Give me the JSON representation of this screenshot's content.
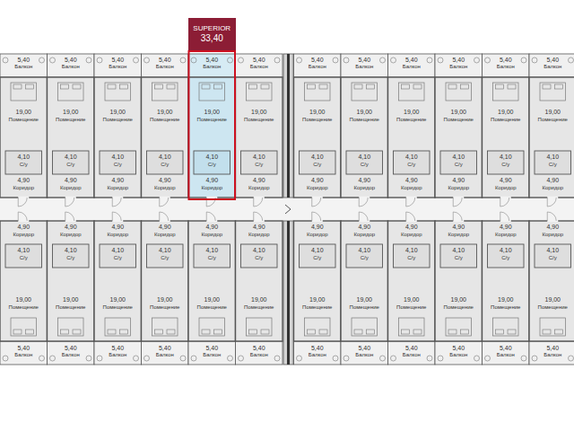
{
  "diagram": {
    "nodes": [
      {
        "text": [
          "SUPERIOR",
          "33,40"
        ]
      }
    ],
    "labels": [
      "5,40",
      "Балкон",
      "19,00",
      "Помещение",
      "4,10",
      "С/у",
      "4,90",
      "Коридор",
      "5,40",
      "Балкон",
      "19,00",
      "Помещение",
      "4,10",
      "С/у",
      "4,90",
      "Коридор",
      "5,40",
      "Балкон",
      "19,00",
      "Помещение",
      "4,10",
      "С/у",
      "4,90",
      "Коридор",
      "5,40",
      "Балкон",
      "19,00",
      "Помещение",
      "4,10",
      "С/у",
      "4,90",
      "Коридор",
      "5,40",
      "Балкон",
      "19,00",
      "Помещение",
      "4,10",
      "С/у",
      "4,90",
      "Коридор",
      "5,40",
      "Балкон",
      "19,00",
      "Помещение",
      "4,10",
      "С/у",
      "4,90",
      "Коридор",
      "5,40",
      "Балкон",
      "19,00",
      "Помещение",
      "4,10",
      "С/у",
      "4,90",
      "Коридор",
      "5,40",
      "Балкон",
      "19,00",
      "Помещение",
      "4,10",
      "С/у",
      "4,90",
      "Коридор",
      "5,40",
      "Балкон",
      "19,00",
      "Помещение",
      "4,10",
      "С/у",
      "4,90",
      "Коридор",
      "5,40",
      "Балкон",
      "19,00",
      "Помещение",
      "4,10",
      "С/у",
      "4,90",
      "Коридор",
      "5,40",
      "Балкон",
      "19,00",
      "Помещение",
      "4,10",
      "С/у",
      "4,90",
      "Коридор",
      "5,40",
      "Балкон",
      "19,00",
      "Помещение",
      "4,10",
      "С/у",
      "4,90",
      "Коридор",
      "4,90",
      "Коридор",
      "4,10",
      "С/у",
      "19,00",
      "Помещение",
      "5,40",
      "Балкон",
      "4,90",
      "Коридор",
      "4,10",
      "С/у",
      "19,00",
      "Помещение",
      "5,40",
      "Балкон",
      "4,90",
      "Коридор",
      "4,10",
      "С/у",
      "19,00",
      "Помещение",
      "5,40",
      "Балкон",
      "4,90",
      "Коридор",
      "4,10",
      "С/у",
      "19,00",
      "Помещение",
      "5,40",
      "Балкон",
      "4,90",
      "Коридор",
      "4,10",
      "С/у",
      "19,00",
      "Помещение",
      "5,40",
      "Балкон",
      "4,90",
      "Коридор",
      "4,10",
      "С/у",
      "19,00",
      "Помещение",
      "5,40",
      "Балкон",
      "4,90",
      "Коридор",
      "4,10",
      "С/у",
      "19,00",
      "Помещение",
      "5,40",
      "Балкон",
      "4,90",
      "Коридор",
      "4,10",
      "С/у",
      "19,00",
      "Помещение",
      "5,40",
      "Балкон",
      "4,90",
      "Коридор",
      "4,10",
      "С/у",
      "19,00",
      "Помещение",
      "5,40",
      "Балкон",
      "4,90",
      "Коридор",
      "4,10",
      "С/у",
      "19,00",
      "Помещение",
      "5,40",
      "Балкон",
      "4,90",
      "Коридор",
      "4,10",
      "С/у",
      "19,00",
      "Помещение",
      "5,40",
      "Балкон",
      "4,90",
      "Коридор",
      "4,10",
      "С/у",
      "19,00",
      "Помещение",
      "5,40",
      "Балкон"
    ]
  }
}
